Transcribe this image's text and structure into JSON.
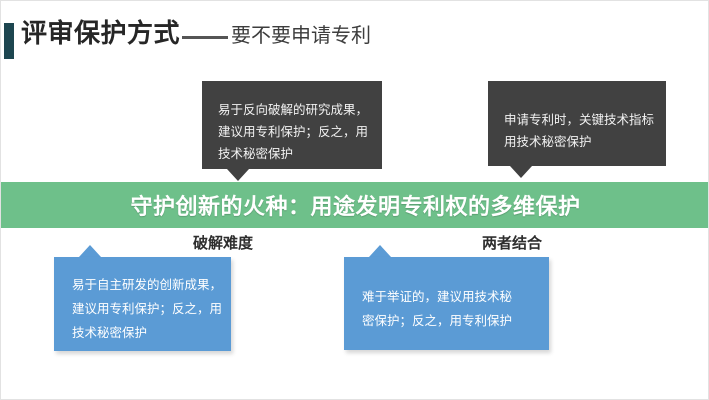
{
  "slide": {
    "background_color": "#ffffff",
    "accent_color": "#1d4650",
    "banner_color": "#6ec08a",
    "dark_box_color": "#414141",
    "blue_box_color": "#5b9bd5"
  },
  "title": {
    "main": "评审保护方式",
    "separator": "——",
    "sub": "要不要申请专利"
  },
  "banner": {
    "text": "守护创新的火种：用途发明专利权的多维保护"
  },
  "categories": [
    {
      "label": "破解难度"
    },
    {
      "label": "两者结合"
    }
  ],
  "dark_boxes": [
    {
      "lines": [
        "易于反向破解的研究成果，",
        "建议用专利保护；反之，用",
        "技术秘密保护"
      ]
    },
    {
      "lines": [
        "申请专利时，关键技术指标",
        "用技术秘密保护"
      ]
    }
  ],
  "blue_boxes": [
    {
      "lines": [
        "易于自主研发的创新成果，",
        "建议用专利保护；反之，用",
        "技术秘密保护"
      ]
    },
    {
      "lines": [
        "难于举证的，建议用技术秘",
        "密保护；反之，用专利保护"
      ]
    }
  ]
}
